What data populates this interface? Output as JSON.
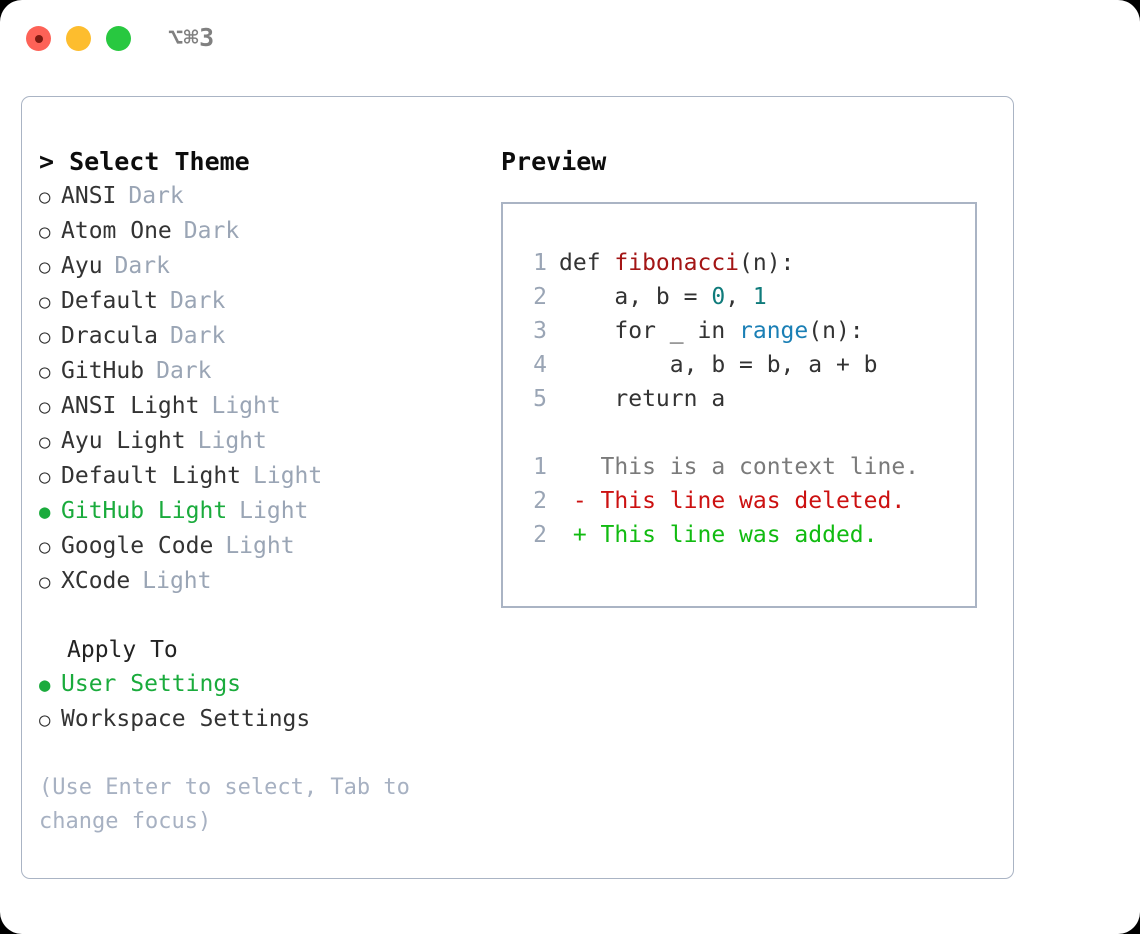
{
  "window": {
    "traffic_lights": [
      "close",
      "minimize",
      "maximize"
    ],
    "shortcut": "⌥⌘3"
  },
  "colors": {
    "accent_green": "#1aab3c",
    "muted": "#9aa5b5",
    "hint": "#a7b1c2",
    "border": "#aab4c4",
    "diff_removed": "#cc1111",
    "diff_added": "#11bb11",
    "syntax_function": "#a31515",
    "syntax_number": "#0f7b7b",
    "syntax_call": "#1a7fb5"
  },
  "left": {
    "header": "> Select Theme",
    "bullet_selected": "●",
    "bullet_unselected": "○",
    "themes": [
      {
        "name": "ANSI",
        "kind": "Dark",
        "selected": false
      },
      {
        "name": "Atom One",
        "kind": "Dark",
        "selected": false
      },
      {
        "name": "Ayu",
        "kind": "Dark",
        "selected": false
      },
      {
        "name": "Default",
        "kind": "Dark",
        "selected": false
      },
      {
        "name": "Dracula",
        "kind": "Dark",
        "selected": false
      },
      {
        "name": "GitHub",
        "kind": "Dark",
        "selected": false
      },
      {
        "name": "ANSI Light",
        "kind": "Light",
        "selected": false
      },
      {
        "name": "Ayu Light",
        "kind": "Light",
        "selected": false
      },
      {
        "name": "Default Light",
        "kind": "Light",
        "selected": false
      },
      {
        "name": "GitHub Light",
        "kind": "Light",
        "selected": true
      },
      {
        "name": "Google Code",
        "kind": "Light",
        "selected": false
      },
      {
        "name": "XCode",
        "kind": "Light",
        "selected": false
      }
    ],
    "apply_to": {
      "title": "Apply To",
      "options": [
        {
          "label": "User Settings",
          "selected": true
        },
        {
          "label": "Workspace Settings",
          "selected": false
        }
      ]
    },
    "hint": "(Use Enter to select, Tab to change focus)"
  },
  "right": {
    "title": "Preview",
    "code_lines": [
      {
        "no": "1",
        "segments": [
          {
            "t": "def ",
            "c": "plain"
          },
          {
            "t": "fibonacci",
            "c": "fn"
          },
          {
            "t": "(n):",
            "c": "plain"
          }
        ]
      },
      {
        "no": "2",
        "segments": [
          {
            "t": "    a, b = ",
            "c": "plain"
          },
          {
            "t": "0",
            "c": "num"
          },
          {
            "t": ", ",
            "c": "plain"
          },
          {
            "t": "1",
            "c": "num"
          }
        ]
      },
      {
        "no": "3",
        "segments": [
          {
            "t": "    for _ in ",
            "c": "plain"
          },
          {
            "t": "range",
            "c": "call"
          },
          {
            "t": "(n):",
            "c": "plain"
          }
        ]
      },
      {
        "no": "4",
        "segments": [
          {
            "t": "        a, b = b, a + b",
            "c": "plain"
          }
        ]
      },
      {
        "no": "5",
        "segments": [
          {
            "t": "    return a",
            "c": "plain"
          }
        ]
      }
    ],
    "diff_lines": [
      {
        "no": "1",
        "marker": "  ",
        "text": "This is a context line.",
        "kind": "context"
      },
      {
        "no": "2",
        "marker": "- ",
        "text": "This line was deleted.",
        "kind": "removed"
      },
      {
        "no": "2",
        "marker": "+ ",
        "text": "This line was added.",
        "kind": "added"
      }
    ]
  }
}
